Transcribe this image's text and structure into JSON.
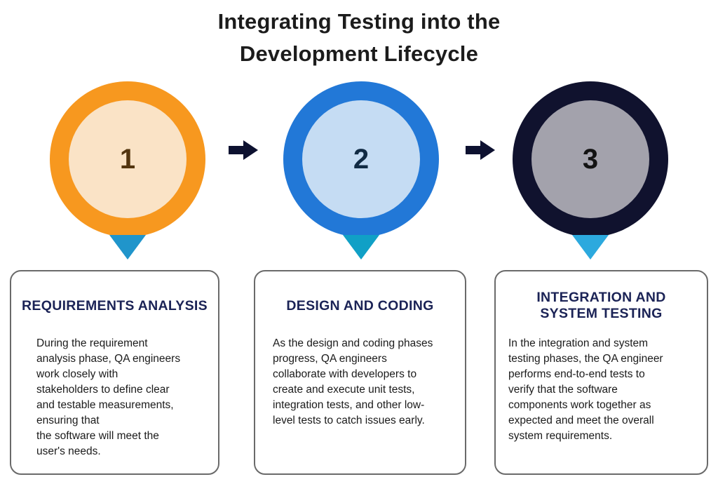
{
  "title": {
    "line1": "Integrating Testing into the",
    "line2": "Development Lifecycle"
  },
  "steps": [
    {
      "number": "1",
      "heading": "REQUIREMENTS ANALYSIS",
      "body": "During the requirement\nanalysis phase, QA engineers\nwork closely with\nstakeholders to define clear\nand testable measurements,\nensuring that\nthe software will meet the\nuser's needs.",
      "colors": {
        "ring": "#f7981f",
        "fill": "#fae3c6",
        "number_text": "#53350f",
        "pointer": "#2095cb"
      }
    },
    {
      "number": "2",
      "heading": "DESIGN AND CODING",
      "body": "As the design and coding phases\nprogress, QA engineers\ncollaborate with developers to\ncreate and execute unit tests,\nintegration tests, and other low-\nlevel tests to catch issues early.",
      "colors": {
        "ring": "#2278d7",
        "fill": "#c5dcf3",
        "number_text": "#112b44",
        "pointer": "#10a0c6"
      }
    },
    {
      "number": "3",
      "heading": "INTEGRATION AND\nSYSTEM TESTING",
      "body": "In the integration and system\ntesting phases, the QA engineer\nperforms end-to-end tests to\nverify that the software\ncomponents work together as\nexpected and meet the overall\nsystem requirements.",
      "colors": {
        "ring": "#10122e",
        "fill": "#a3a2ac",
        "number_text": "#131313",
        "pointer": "#2ca9de"
      }
    }
  ],
  "theme": {
    "background": "#ffffff",
    "title_text": "#1c1c1c",
    "arrow": "#0d1130",
    "card_border": "#6a6a6a",
    "heading_text": "#1b2356",
    "body_text": "#1b1b1b"
  }
}
